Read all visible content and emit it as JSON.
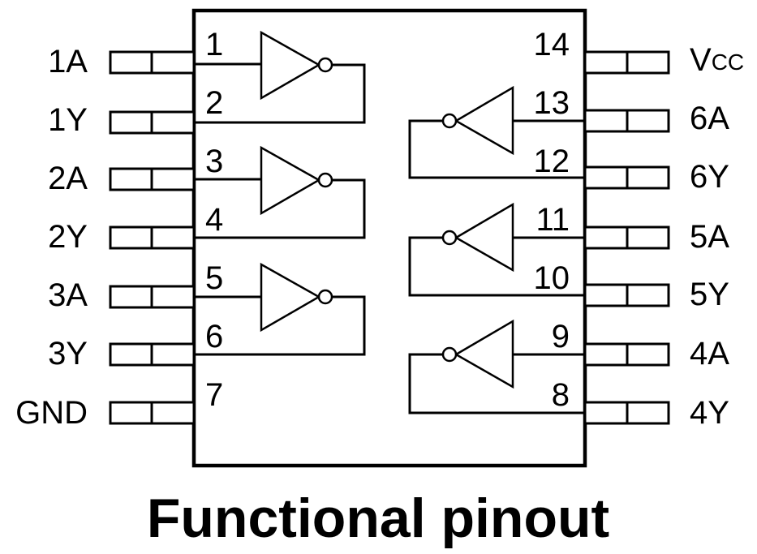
{
  "title": "Functional pinout",
  "left_pins": [
    {
      "num": "1",
      "name": "1A"
    },
    {
      "num": "2",
      "name": "1Y"
    },
    {
      "num": "3",
      "name": "2A"
    },
    {
      "num": "4",
      "name": "2Y"
    },
    {
      "num": "5",
      "name": "3A"
    },
    {
      "num": "6",
      "name": "3Y"
    },
    {
      "num": "7",
      "name": "GND"
    }
  ],
  "right_pins": [
    {
      "num": "14",
      "name_main": "V",
      "name_sub": "CC"
    },
    {
      "num": "13",
      "name": "6A"
    },
    {
      "num": "12",
      "name": "6Y"
    },
    {
      "num": "11",
      "name": "5A"
    },
    {
      "num": "10",
      "name": "5Y"
    },
    {
      "num": "9",
      "name": "4A"
    },
    {
      "num": "8",
      "name": "4Y"
    }
  ]
}
